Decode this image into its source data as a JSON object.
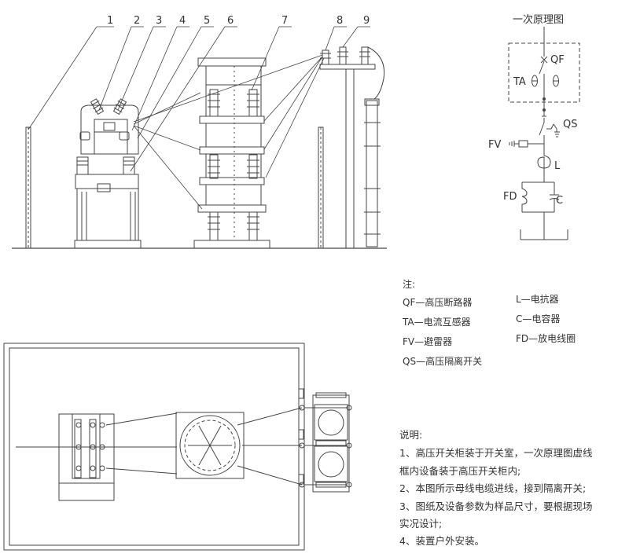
{
  "elevation": {
    "callouts": [
      "1",
      "2",
      "3",
      "4",
      "5",
      "6",
      "7",
      "8",
      "9"
    ]
  },
  "schematic": {
    "title": "一次原理图",
    "labels": {
      "qf": "QF",
      "ta": "TA",
      "qs": "QS",
      "fv": "FV",
      "l": "L",
      "fd": "FD",
      "c": "C"
    }
  },
  "notes": {
    "heading": "注:",
    "left": [
      "QF—高压断路器",
      "TA—电流互感器",
      "FV—避雷器",
      "QS—高压隔离开关"
    ],
    "right": [
      "L—电抗器",
      "C—电容器",
      "FD—放电线圈"
    ]
  },
  "explanation": {
    "heading": "说明:",
    "lines": [
      "1、高压开关柜装于开关室，一次原理图虚线",
      "框内设备装于高压开关柜内;",
      "2、本图所示母线电缆进线，接到隔离开关;",
      "3、图纸及设备参数为样品尺寸，要根据现场",
      "实况设计;",
      "4、装置户外安装。"
    ]
  }
}
